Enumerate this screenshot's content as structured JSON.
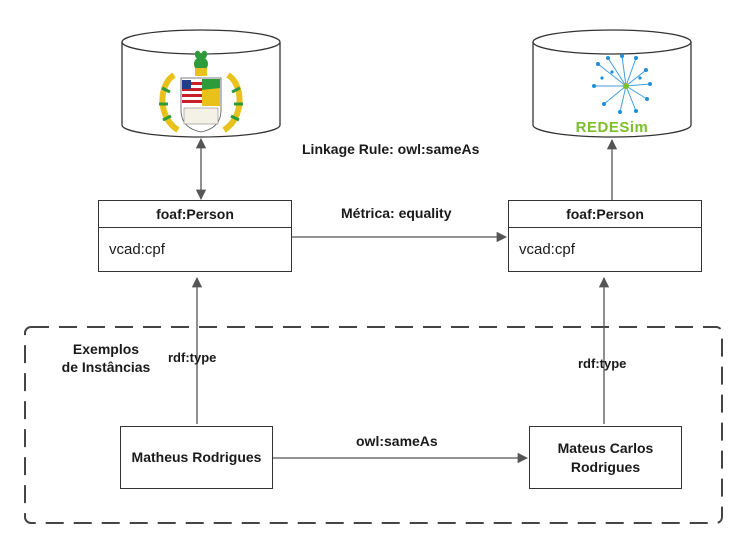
{
  "linkage_rule": "Linkage Rule: owl:sameAs",
  "metric_label": "Métrica: equality",
  "left_class": {
    "title": "foaf:Person",
    "attribute": "vcad:cpf"
  },
  "right_class": {
    "title": "foaf:Person",
    "attribute": "vcad:cpf"
  },
  "examples_label": "Exemplos\nde Instâncias",
  "rdf_type_left": "rdf:type",
  "rdf_type_right": "rdf:type",
  "instance_left": "Matheus Rodrigues",
  "instance_right": "Mateus Carlos\nRodrigues",
  "same_as_label": "owl:sameAs",
  "right_logo_text": "REDESim",
  "colors": {
    "line": "#555555",
    "border": "#333333",
    "dashed_border": "#444444",
    "coat_green": "#2e9b3a",
    "coat_gold": "#e8c21a",
    "coat_red": "#c8202a",
    "coat_blue": "#1d3f8a",
    "redesim_green": "#7cbf2b",
    "redesim_blue": "#1f8fd6"
  }
}
